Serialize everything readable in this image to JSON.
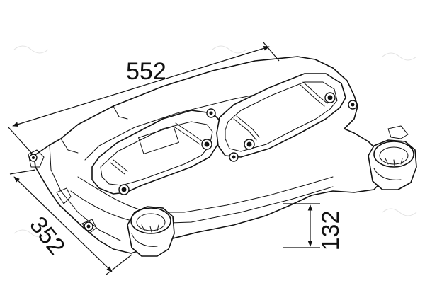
{
  "dimensions": {
    "length": "552",
    "width": "352",
    "height": "132"
  },
  "colors": {
    "line": "#111111",
    "background": "#ffffff",
    "watermark": "#e2e2e2"
  }
}
